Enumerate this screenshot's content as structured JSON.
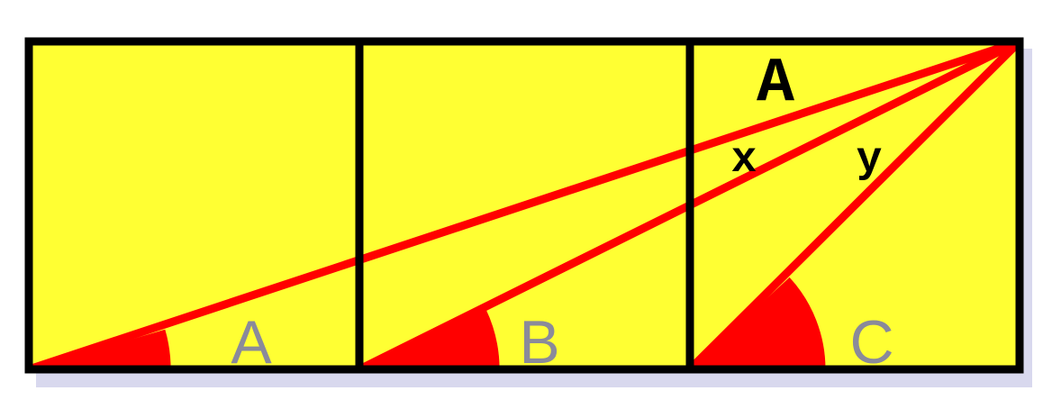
{
  "colors": {
    "background": "#ffffff",
    "fill": "#ffff33",
    "outline": "#000000",
    "rays": "#ff0000",
    "shadow": "#d8d8ee",
    "bottom_labels": "#8a8a9a",
    "top_labels": "#000000"
  },
  "labels": {
    "square_1": "A",
    "square_2": "B",
    "square_3": "C",
    "top": "A",
    "angle_x": "x",
    "angle_y": "y"
  }
}
